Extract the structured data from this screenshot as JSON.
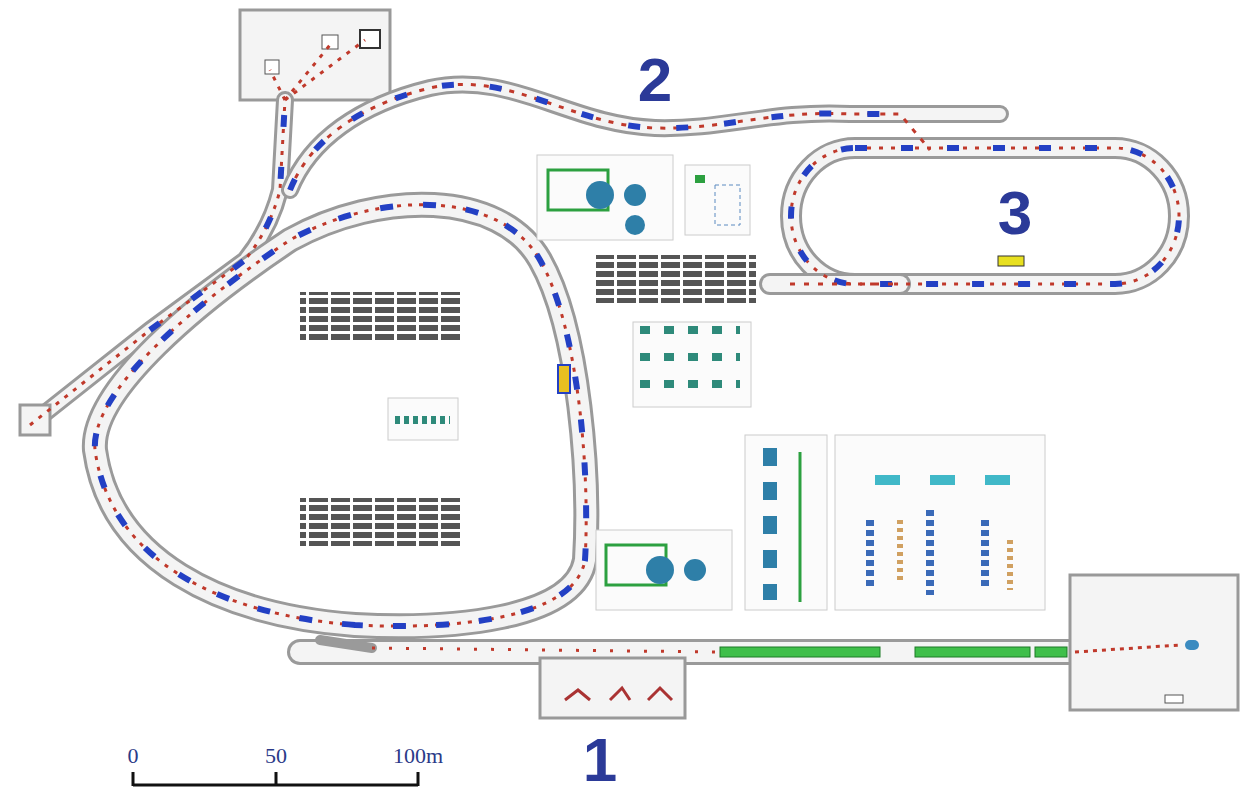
{
  "diagram": {
    "labels": [
      "2",
      "3",
      "1",
      "0",
      "50",
      "100m"
    ]
  }
}
